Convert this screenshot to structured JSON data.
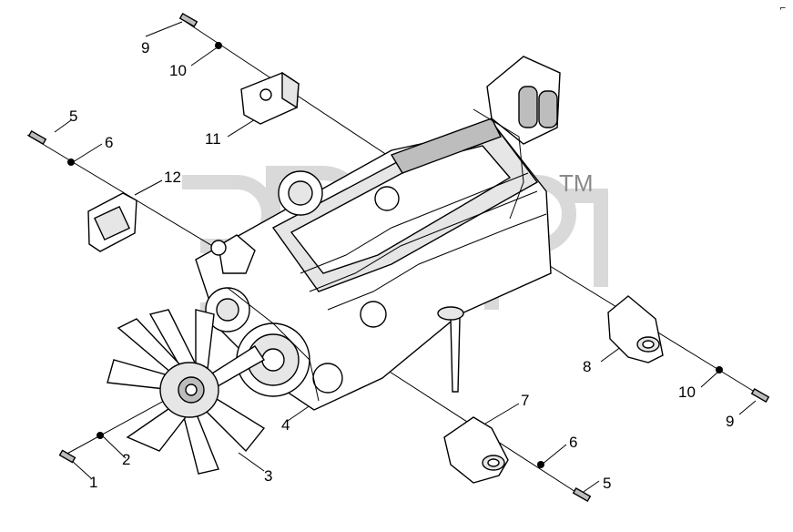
{
  "watermark": {
    "trademark": "TM"
  },
  "corner_mark": "⌐",
  "callouts": [
    {
      "id": "c9-top",
      "label": "9"
    },
    {
      "id": "c10-top",
      "label": "10"
    },
    {
      "id": "c11",
      "label": "11"
    },
    {
      "id": "c5-left",
      "label": "5"
    },
    {
      "id": "c6-left",
      "label": "6"
    },
    {
      "id": "c12",
      "label": "12"
    },
    {
      "id": "c8",
      "label": "8"
    },
    {
      "id": "c10-right",
      "label": "10"
    },
    {
      "id": "c9-right",
      "label": "9"
    },
    {
      "id": "c7",
      "label": "7"
    },
    {
      "id": "c6-bottom",
      "label": "6"
    },
    {
      "id": "c5-bottom",
      "label": "5"
    },
    {
      "id": "c4",
      "label": "4"
    },
    {
      "id": "c3",
      "label": "3"
    },
    {
      "id": "c2",
      "label": "2"
    },
    {
      "id": "c1",
      "label": "1"
    }
  ]
}
